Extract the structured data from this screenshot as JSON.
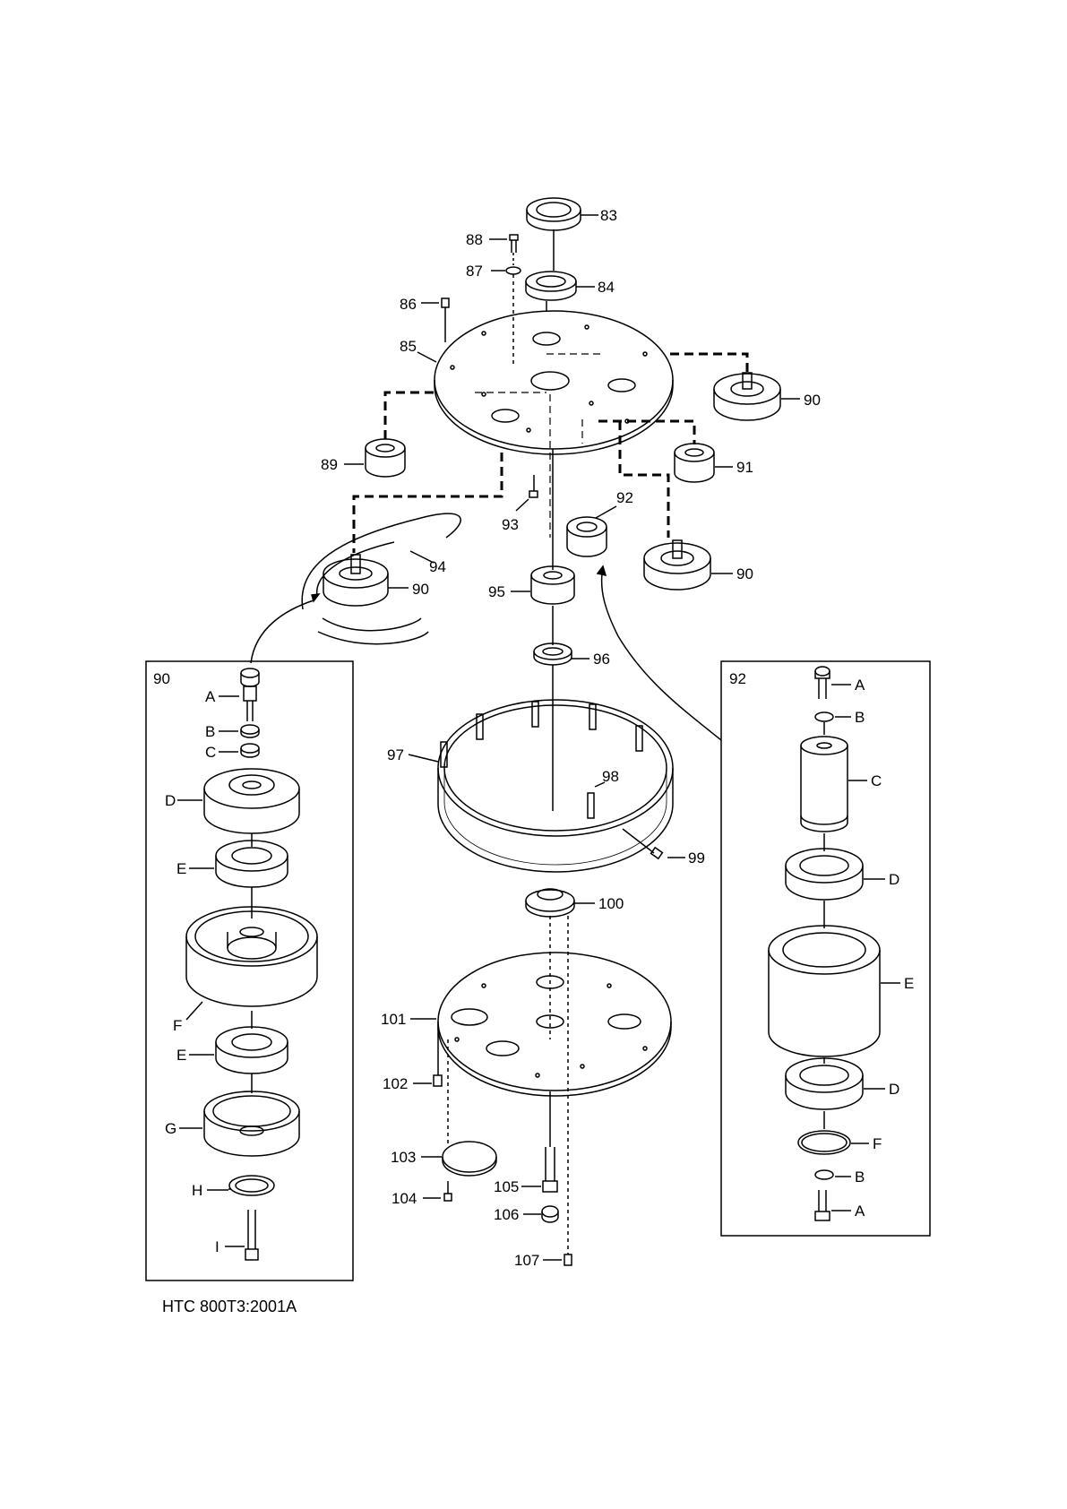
{
  "document_code": "HTC 800T3:2001A",
  "main_callouts": {
    "p83": "83",
    "p84": "84",
    "p85": "85",
    "p86": "86",
    "p87": "87",
    "p88": "88",
    "p89": "89",
    "p90a": "90",
    "p90b": "90",
    "p90c": "90",
    "p91": "91",
    "p92": "92",
    "p93": "93",
    "p94": "94",
    "p95": "95",
    "p96": "96",
    "p97": "97",
    "p98": "98",
    "p99": "99",
    "p100": "100",
    "p101": "101",
    "p102": "102",
    "p103": "103",
    "p104": "104",
    "p105": "105",
    "p106": "106",
    "p107": "107"
  },
  "detail_90": {
    "title": "90",
    "labels": {
      "A": "A",
      "B": "B",
      "C": "C",
      "D": "D",
      "E1": "E",
      "F": "F",
      "E2": "E",
      "G": "G",
      "H": "H",
      "I": "I"
    }
  },
  "detail_92": {
    "title": "92",
    "labels": {
      "A1": "A",
      "B1": "B",
      "C": "C",
      "D1": "D",
      "E": "E",
      "D2": "D",
      "F": "F",
      "B2": "B",
      "A2": "A"
    }
  }
}
